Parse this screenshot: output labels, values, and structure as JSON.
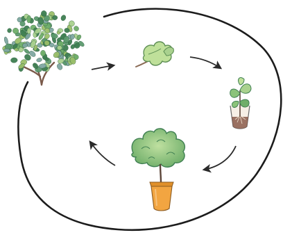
{
  "diagram": {
    "kind": "cycle",
    "stages": [
      {
        "id": "mother-plant",
        "icon": "leafy-shrub-icon"
      },
      {
        "id": "cutting",
        "icon": "leaf-cutting-icon"
      },
      {
        "id": "rooted-cutting",
        "icon": "potted-seedling-icon"
      },
      {
        "id": "grown-tree",
        "icon": "potted-tree-icon"
      }
    ],
    "arrows": [
      {
        "from": "mother-plant",
        "to": "cutting"
      },
      {
        "from": "cutting",
        "to": "rooted-cutting"
      },
      {
        "from": "rooted-cutting",
        "to": "grown-tree"
      },
      {
        "from": "grown-tree",
        "to": "mother-plant"
      }
    ]
  },
  "colors": {
    "outline": "#1a1a1a",
    "leaf_dark": "#3f7f52",
    "leaf_mid": "#6fae6a",
    "leaf_light": "#a9d18e",
    "leaf_blue": "#7fa7a2",
    "trunk": "#7a5a4a",
    "pot_orange": "#f2a541",
    "soil": "#8a5a4a"
  }
}
